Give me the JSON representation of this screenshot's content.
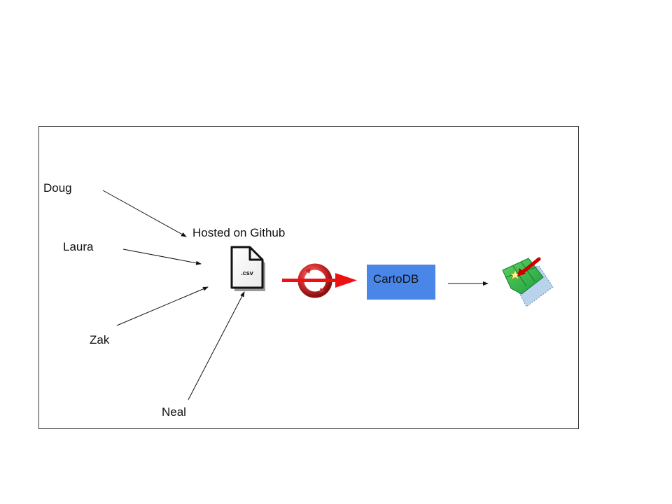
{
  "contributors": [
    "Doug",
    "Laura",
    "Zak",
    "Neal"
  ],
  "hosted_label": "Hosted on Github",
  "file": {
    "extension": ".csv",
    "icon": "csv-file-icon"
  },
  "sync_icon": "refresh-arrow-icon",
  "service": {
    "label": "CartoDB",
    "color": "#4a86e8"
  },
  "output_icon": "map-marker-icon"
}
